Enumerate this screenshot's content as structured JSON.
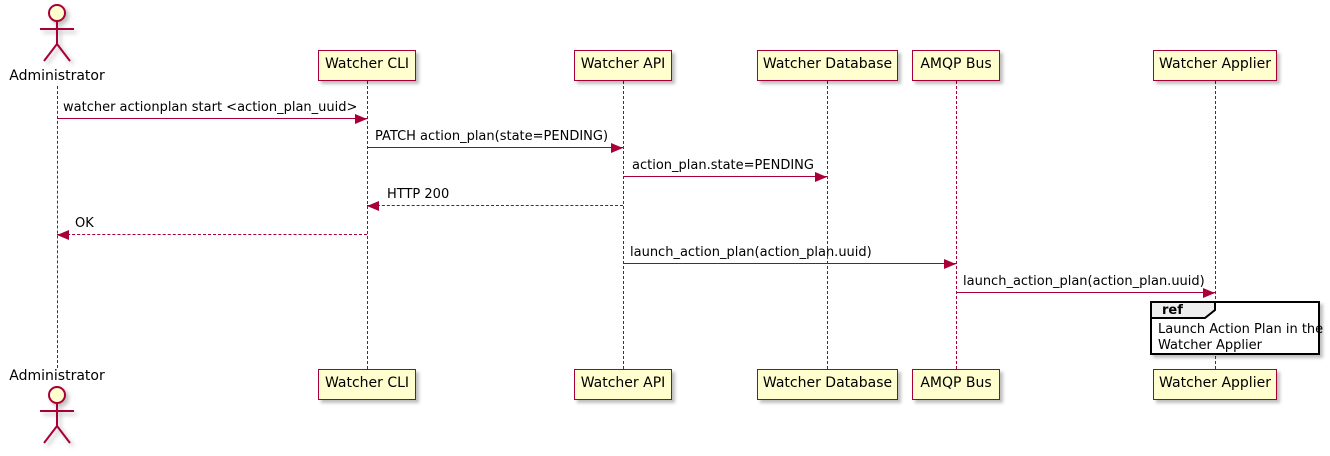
{
  "diagram": {
    "type": "sequence-diagram",
    "actor": {
      "name": "Administrator"
    },
    "participants": [
      {
        "label": "Watcher CLI"
      },
      {
        "label": "Watcher API"
      },
      {
        "label": "Watcher Database"
      },
      {
        "label": "AMQP Bus"
      },
      {
        "label": "Watcher Applier"
      }
    ],
    "messages": [
      {
        "from": "Administrator",
        "to": "Watcher CLI",
        "label": "watcher actionplan start <action_plan_uuid>",
        "line": "solid"
      },
      {
        "from": "Watcher CLI",
        "to": "Watcher API",
        "label": "PATCH action_plan(state=PENDING)",
        "line": "solid"
      },
      {
        "from": "Watcher API",
        "to": "Watcher Database",
        "label": "action_plan.state=PENDING",
        "line": "solid"
      },
      {
        "from": "Watcher API",
        "to": "Watcher CLI",
        "label": "HTTP 200",
        "line": "dashed"
      },
      {
        "from": "Watcher CLI",
        "to": "Administrator",
        "label": "OK",
        "line": "dashed"
      },
      {
        "from": "Watcher API",
        "to": "AMQP Bus",
        "label": "launch_action_plan(action_plan.uuid)",
        "line": "solid"
      },
      {
        "from": "AMQP Bus",
        "to": "Watcher Applier",
        "label": "launch_action_plan(action_plan.uuid)",
        "line": "solid"
      }
    ],
    "ref": {
      "keyword": "ref",
      "over": "Watcher Applier",
      "lines": [
        "Launch Action Plan in the",
        "Watcher Applier"
      ]
    },
    "colors": {
      "participant_fill": "#FEFECE",
      "stroke": "#A80036",
      "text": "#000000",
      "ref_border": "#000000",
      "ref_tab_fill": "#EEEEEE",
      "background": "#FFFFFF"
    }
  }
}
